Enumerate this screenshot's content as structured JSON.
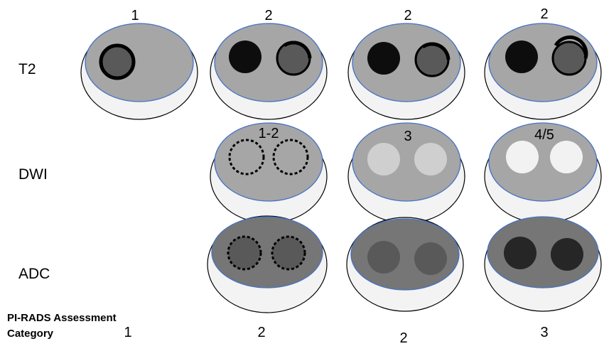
{
  "rows": {
    "t2": "T2",
    "dwi": "DWI",
    "adc": "ADC"
  },
  "t2_scores": [
    "1",
    "2",
    "2",
    "2"
  ],
  "dwi_scores": [
    "1-2",
    "3",
    "4/5"
  ],
  "assessment": {
    "label_line1": "PI-RADS Assessment",
    "label_line2": "Category",
    "values": [
      "1",
      "2",
      "2",
      "3"
    ]
  },
  "colors": {
    "outer_fill": "#f3f3f3",
    "outer_stroke": "#000000",
    "gland_stroke": "#4472c4",
    "t2_gland": "#a6a6a6",
    "dwi_gland": "#a6a6a6",
    "adc_gland": "#767676",
    "t2_dark_lesion": "#0d0d0d",
    "t2_ring_lesion": "#595959",
    "dwi_moderate_lesion": "#cfcfcf",
    "dwi_bright_lesion": "#f2f2f2",
    "adc_moderate_lesion": "#595959",
    "adc_dark_lesion": "#262626"
  }
}
